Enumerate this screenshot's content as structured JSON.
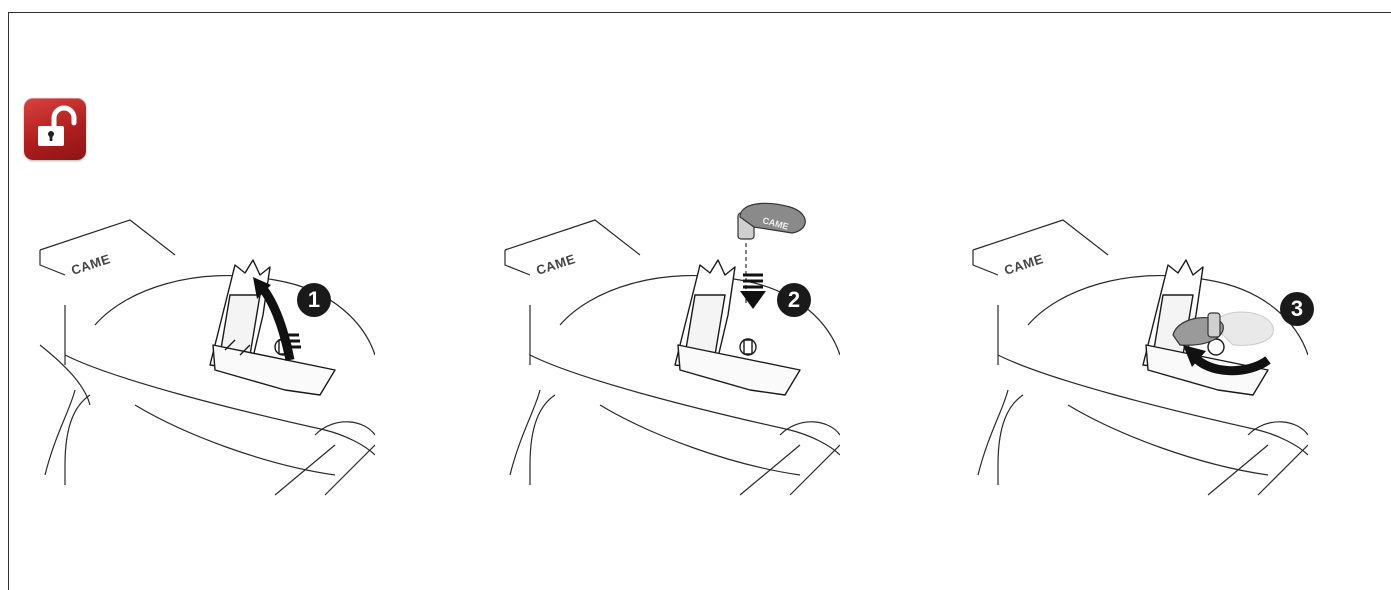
{
  "icons": {
    "unlock": "open-padlock-icon",
    "arrow": "curved-arrow-icon",
    "key": "release-key-icon"
  },
  "colors": {
    "badge_red": "#b01e1e",
    "step_circle": "#1a1a1a",
    "line": "#2a2a2a"
  },
  "panels": [
    {
      "brand": "CAME",
      "step": "1"
    },
    {
      "brand": "CAME",
      "step": "2"
    },
    {
      "brand": "CAME",
      "step": "3"
    }
  ]
}
